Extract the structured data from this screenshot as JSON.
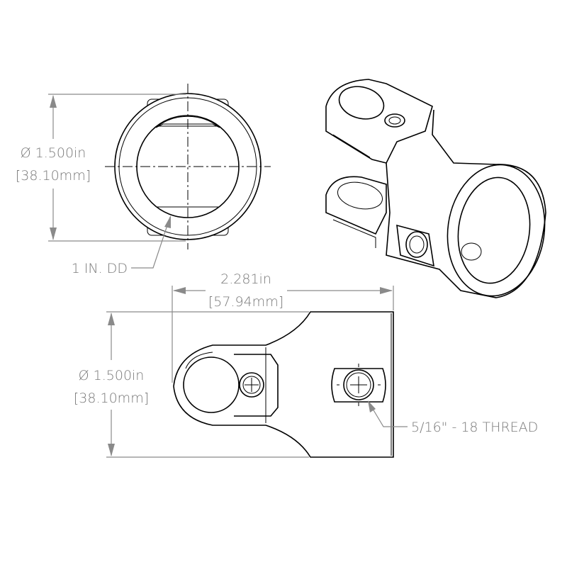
{
  "front_view": {
    "diameter_in": "Ø 1.500in",
    "diameter_mm": "[38.10mm]",
    "bore_note": "1 IN. DD"
  },
  "side_view": {
    "length_in": "2.281in",
    "length_mm": "[57.94mm]",
    "diameter_in": "Ø 1.500in",
    "diameter_mm": "[38.10mm]",
    "thread_note": "5/16\" - 18 THREAD"
  },
  "colors": {
    "line": "#000000",
    "dimension": "#8a8a8a"
  }
}
